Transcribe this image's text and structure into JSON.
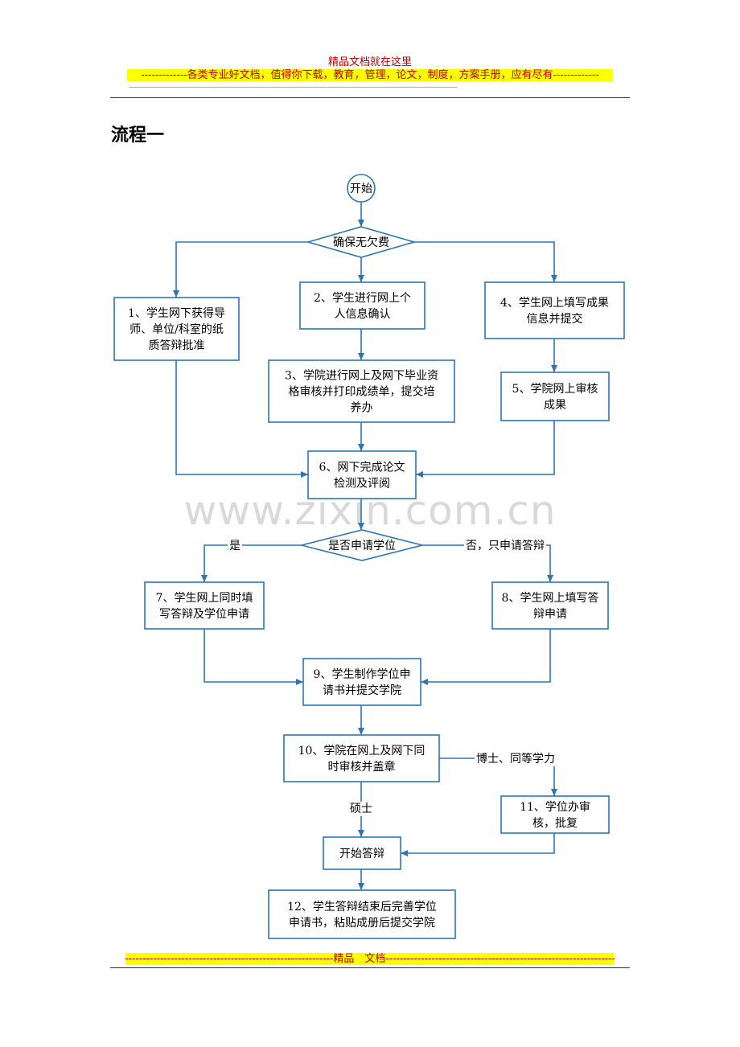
{
  "header": {
    "title": "精品文档就在这里",
    "banner": "-------------各类专业好文档，值得你下载，教育，管理，论文，制度，方案手册，应有尽有-------------",
    "dashes": "--------------------------------------------------------------------------------------------------------------------------------------------------------------------------------------------------------"
  },
  "heading": "流程一",
  "watermark": "www.zixin.com.cn",
  "footer": {
    "banner": "-----------------------------------------------------------精品　文档-----------------------------------------------------------------"
  },
  "colors": {
    "node_border": "#2e75b6",
    "arrow": "#2e75b6",
    "banner_bg": "#ffff00",
    "banner_text": "#c00000"
  },
  "flow": {
    "nodes": [
      {
        "id": "start",
        "shape": "circle",
        "lines": [
          "开始"
        ]
      },
      {
        "id": "d1",
        "shape": "diamond",
        "lines": [
          "确保无欠费"
        ]
      },
      {
        "id": "n1",
        "shape": "rect",
        "lines": [
          "1、学生网下获得导",
          "师、单位/科室的纸",
          "质答辩批准"
        ]
      },
      {
        "id": "n2",
        "shape": "rect",
        "lines": [
          "2、学生进行网上个",
          "人信息确认"
        ]
      },
      {
        "id": "n4",
        "shape": "rect",
        "lines": [
          "4、学生网上填写成果",
          "信息并提交"
        ]
      },
      {
        "id": "n3",
        "shape": "rect",
        "lines": [
          "3、学院进行网上及网下毕业资",
          "格审核并打印成绩单，提交培",
          "养办"
        ]
      },
      {
        "id": "n5",
        "shape": "rect",
        "lines": [
          "5、学院网上审核",
          "成果"
        ]
      },
      {
        "id": "n6",
        "shape": "rect",
        "lines": [
          "6、网下完成论文",
          "检测及评阅"
        ]
      },
      {
        "id": "d2",
        "shape": "diamond",
        "lines": [
          "是否申请学位"
        ]
      },
      {
        "id": "n7",
        "shape": "rect",
        "lines": [
          "7、学生网上同时填",
          "写答辩及学位申请"
        ]
      },
      {
        "id": "n8",
        "shape": "rect",
        "lines": [
          "8、学生网上填写答",
          "辩申请"
        ]
      },
      {
        "id": "n9",
        "shape": "rect",
        "lines": [
          "9、学生制作学位申",
          "请书并提交学院"
        ]
      },
      {
        "id": "n10",
        "shape": "rect",
        "lines": [
          "10、学院在网上及网下同",
          "时审核并盖章"
        ]
      },
      {
        "id": "n11",
        "shape": "rect",
        "lines": [
          "11、学位办审",
          "核，批复"
        ]
      },
      {
        "id": "n_def",
        "shape": "rect",
        "lines": [
          "开始答辩"
        ]
      },
      {
        "id": "n12",
        "shape": "rect",
        "lines": [
          "12、学生答辩结束后完善学位",
          "申请书，粘贴成册后提交学院"
        ]
      }
    ],
    "edges": [
      {
        "from": "start",
        "to": "d1",
        "label": ""
      },
      {
        "from": "d1",
        "to": "n1",
        "label": ""
      },
      {
        "from": "d1",
        "to": "n2",
        "label": ""
      },
      {
        "from": "d1",
        "to": "n4",
        "label": ""
      },
      {
        "from": "n2",
        "to": "n3",
        "label": ""
      },
      {
        "from": "n4",
        "to": "n5",
        "label": ""
      },
      {
        "from": "n1",
        "to": "n6",
        "label": ""
      },
      {
        "from": "n3",
        "to": "n6",
        "label": ""
      },
      {
        "from": "n5",
        "to": "n6",
        "label": ""
      },
      {
        "from": "n6",
        "to": "d2",
        "label": ""
      },
      {
        "from": "d2",
        "to": "n7",
        "label": "是"
      },
      {
        "from": "d2",
        "to": "n8",
        "label": "否，只申请答辩"
      },
      {
        "from": "n7",
        "to": "n9",
        "label": ""
      },
      {
        "from": "n8",
        "to": "n9",
        "label": ""
      },
      {
        "from": "n9",
        "to": "n10",
        "label": ""
      },
      {
        "from": "n10",
        "to": "n11",
        "label": "博士、同等学力"
      },
      {
        "from": "n10",
        "to": "n_def",
        "label": "硕士"
      },
      {
        "from": "n11",
        "to": "n_def",
        "label": ""
      },
      {
        "from": "n_def",
        "to": "n12",
        "label": ""
      }
    ]
  }
}
